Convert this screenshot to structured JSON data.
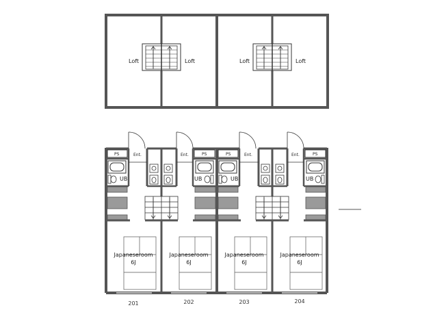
{
  "loft": {
    "labels": [
      "Loft",
      "Loft",
      "Loft",
      "Loft"
    ]
  },
  "units": [
    {
      "number": "201",
      "room": "Japaneseroom",
      "size": "6J",
      "ub": "UB",
      "ps": "PS",
      "ent": "Ent."
    },
    {
      "number": "202",
      "room": "Japaneseroom",
      "size": "6J",
      "ub": "UB",
      "ps": "PS",
      "ent": "Ent."
    },
    {
      "number": "203",
      "room": "Japaneseroom",
      "size": "6J",
      "ub": "UB",
      "ps": "PS",
      "ent": "Ent."
    },
    {
      "number": "204",
      "room": "Japaneseroom",
      "size": "6J",
      "ub": "UB",
      "ps": "PS",
      "ent": "Ent."
    }
  ],
  "colors": {
    "wall": "#555555",
    "fixture": "#9a9a9a",
    "line": "#333333"
  }
}
